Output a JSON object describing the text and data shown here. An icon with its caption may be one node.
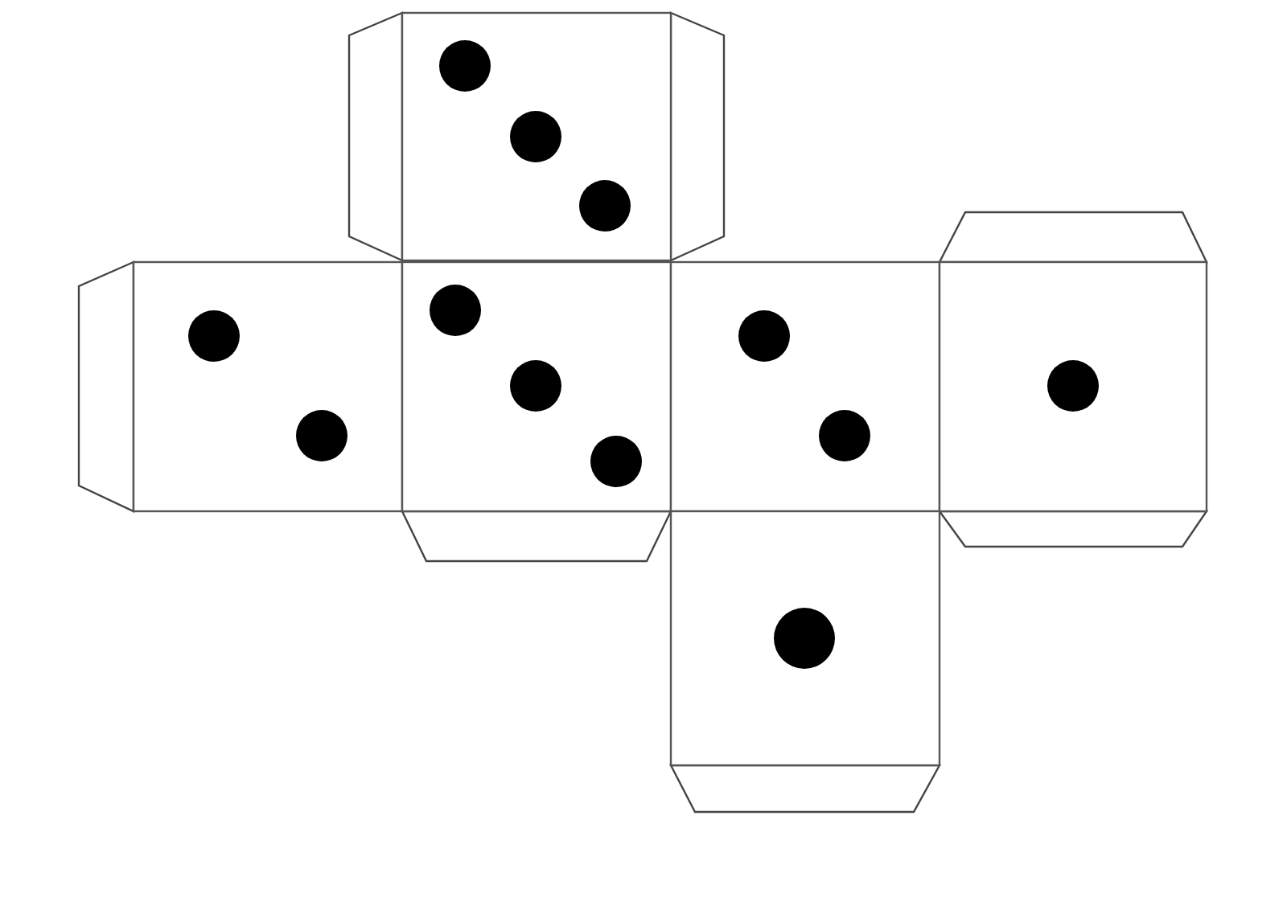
{
  "diagram": {
    "nodes": [
      {
        "text": [],
        "shape": "box"
      },
      {
        "text": [],
        "shape": "box"
      },
      {
        "text": [],
        "shape": "box"
      },
      {
        "text": [],
        "shape": "box"
      },
      {
        "text": [],
        "shape": "box"
      },
      {
        "text": [],
        "shape": "box"
      },
      {
        "text": [],
        "shape": "trapezoid"
      },
      {
        "text": [],
        "shape": "trapezoid"
      },
      {
        "text": [],
        "shape": "trapezoid"
      },
      {
        "text": [],
        "shape": "trapezoid"
      },
      {
        "text": [],
        "shape": "trapezoid"
      },
      {
        "text": [],
        "shape": "trapezoid"
      },
      {
        "text": [],
        "shape": "trapezoid"
      }
    ]
  }
}
